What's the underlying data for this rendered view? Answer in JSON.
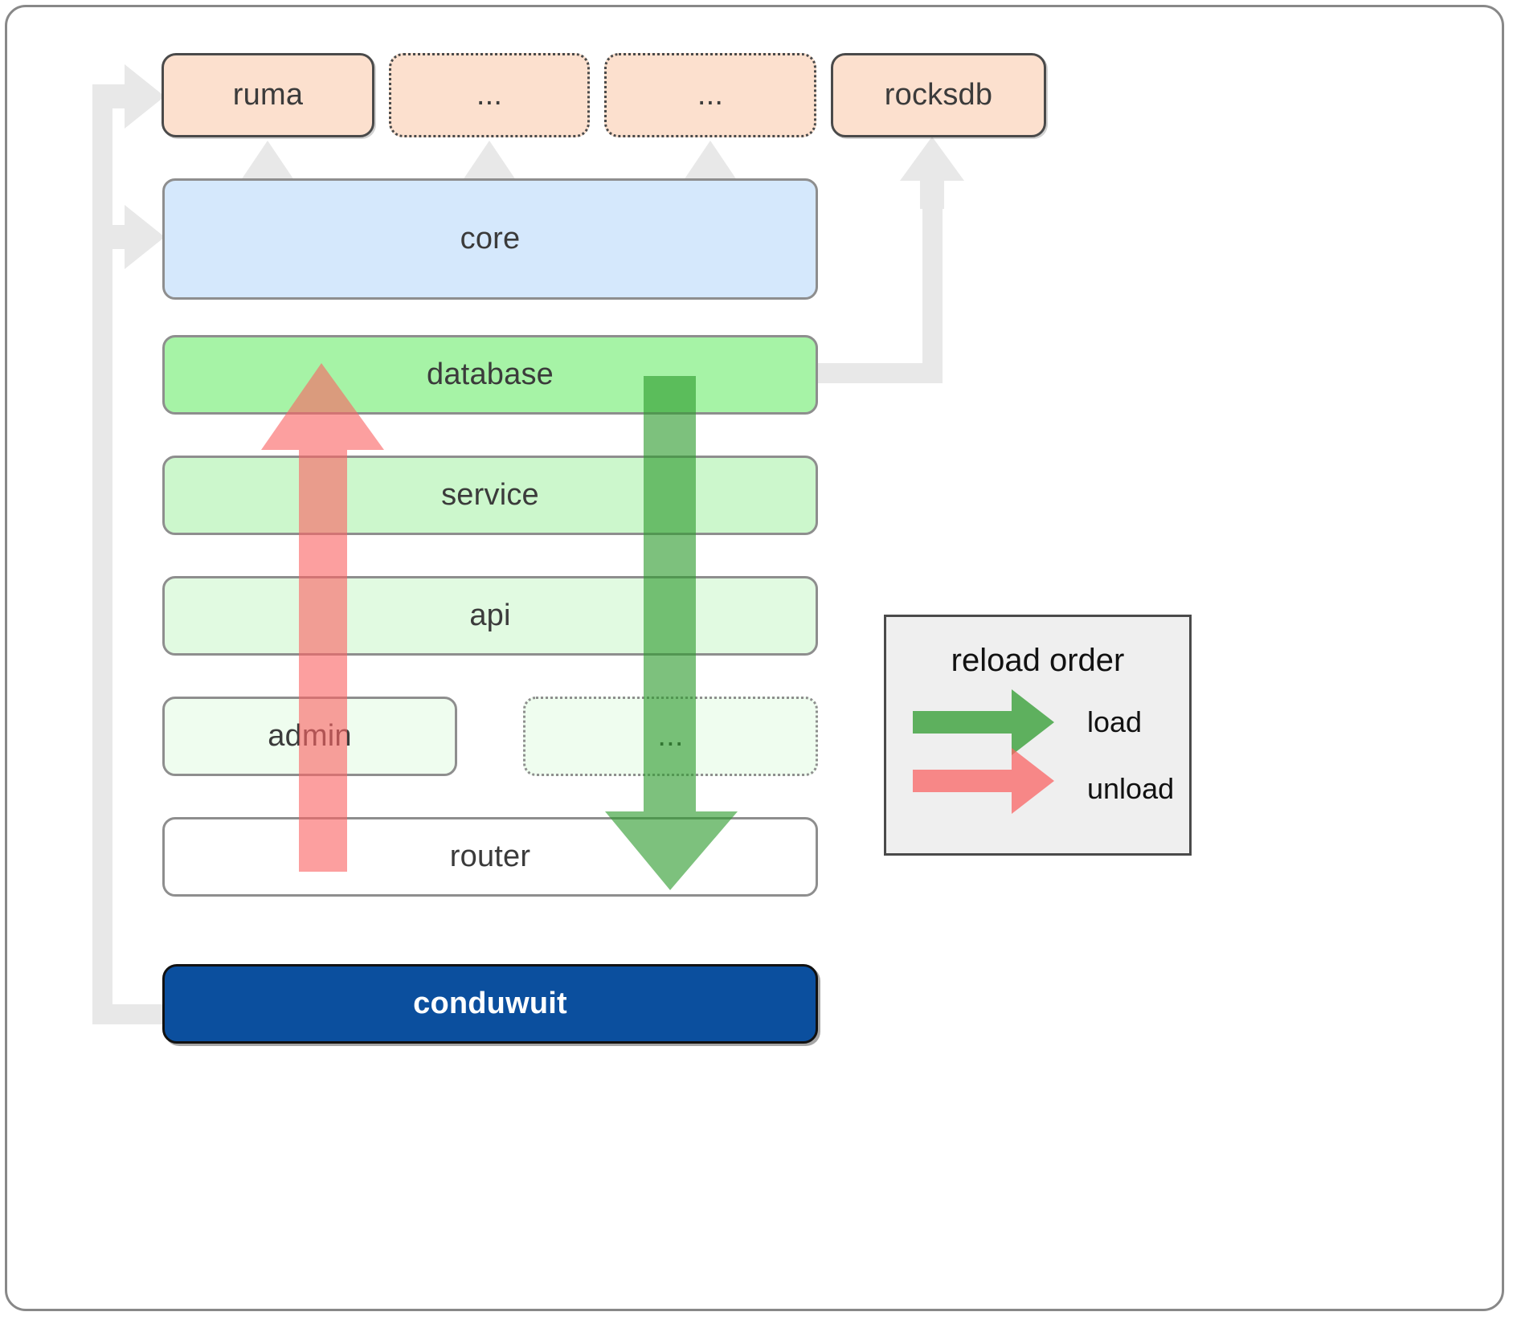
{
  "diagram": {
    "title": "conduwuit crate layer / reload order diagram",
    "frame_border_color": "#888888"
  },
  "dependencies": {
    "color": "#fce0ce",
    "items": [
      {
        "label": "ruma",
        "style": "solid"
      },
      {
        "label": "...",
        "style": "dotted"
      },
      {
        "label": "...",
        "style": "dotted"
      },
      {
        "label": "rocksdb",
        "style": "solid"
      }
    ]
  },
  "layers": [
    {
      "label": "core",
      "color": "#d5e8fc",
      "style": "solid"
    },
    {
      "label": "database",
      "color": "#a6f3a6",
      "style": "solid"
    },
    {
      "label": "service",
      "color": "#ccf7cc",
      "style": "solid"
    },
    {
      "label": "api",
      "color": "#e1fae1",
      "style": "solid"
    },
    {
      "label": "admin",
      "color": "#effdef",
      "style": "solid"
    },
    {
      "label": "...",
      "color": "#effdef",
      "style": "dotted"
    },
    {
      "label": "router",
      "color": "#ffffff",
      "style": "solid"
    }
  ],
  "root": {
    "label": "conduwuit",
    "color": "#0b4f9e",
    "text_color": "#ffffff"
  },
  "legend": {
    "title": "reload order",
    "entries": [
      {
        "label": "load",
        "color": "#5cb85c",
        "direction": "down"
      },
      {
        "label": "unload",
        "color": "#fa8a8a",
        "direction": "up"
      }
    ]
  },
  "arrows": {
    "load_color": "#5cb85c",
    "unload_color": "#fa8a8a",
    "dependency_color": "#e8e8e8"
  }
}
